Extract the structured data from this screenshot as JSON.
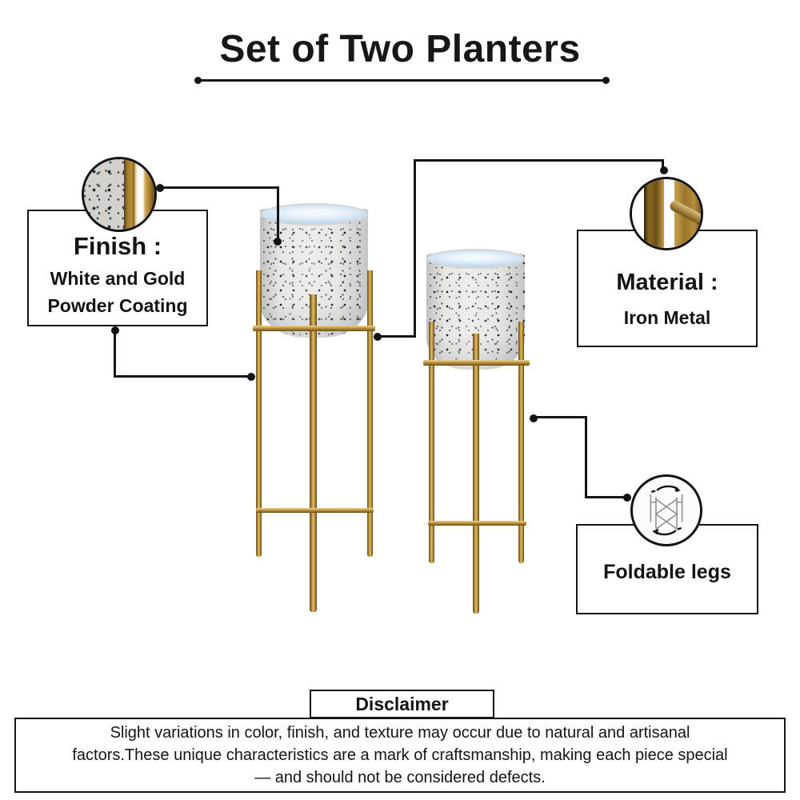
{
  "title": "Set of Two Planters",
  "callouts": {
    "finish": {
      "heading": "Finish :",
      "lines": [
        "White and Gold",
        "Powder Coating"
      ]
    },
    "material": {
      "heading": "Material :",
      "lines": [
        "Iron Metal"
      ]
    },
    "foldable": {
      "heading": "Foldable legs"
    }
  },
  "disclaimer": {
    "heading": "Disclaimer",
    "lines": [
      "Slight variations in color, finish, and texture may occur due to natural and artisanal",
      "factors.These unique characteristics are a mark of craftsmanship, making each piece special",
      "— and should not be considered defects."
    ]
  },
  "product": {
    "items": [
      {
        "name": "large white speckled planter on gold stand"
      },
      {
        "name": "small white speckled planter on gold stand"
      }
    ]
  },
  "icons": {
    "finish_inset": "speckled-finish-zoom-icon",
    "material_inset": "gold-pipe-zoom-icon",
    "foldable_inset": "foldable-legs-rotation-icon"
  },
  "colors": {
    "accent_gold": "#a8822f",
    "gold_highlight": "#e3c172",
    "gold_shadow": "#5f4716",
    "pot_base": "#e7e6e3",
    "pot_rim_blue": "#dcebf7",
    "line": "#141414",
    "background": "#ffffff"
  }
}
